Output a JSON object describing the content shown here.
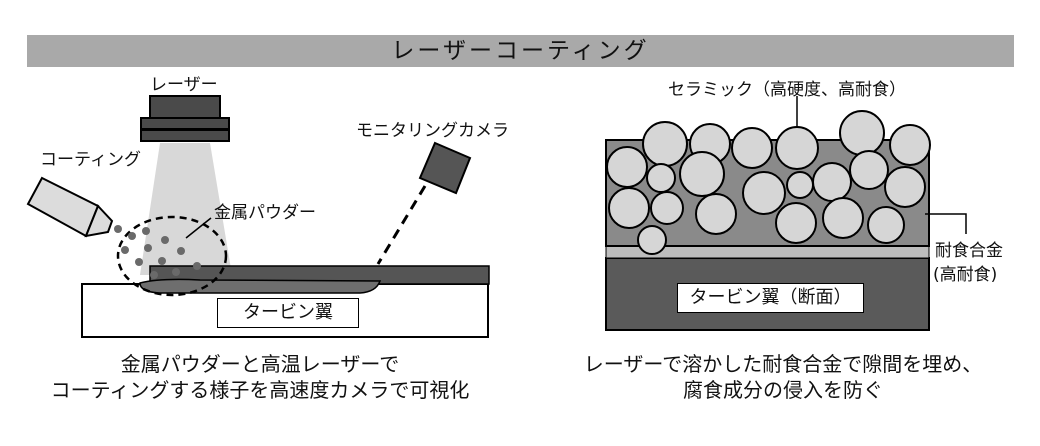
{
  "title": "レーザーコーティング",
  "left": {
    "laser_label": "レーザー",
    "coating_label": "コーティング",
    "camera_label": "モニタリングカメラ",
    "powder_label": "金属パウダー",
    "blade_label": "タービン翼",
    "caption_line1": "金属パウダーと高温レーザーで",
    "caption_line2": "コーティングする様子を高速度カメラで可視化"
  },
  "right": {
    "ceramic_label": "セラミック（高硬度、高耐食）",
    "alloy_label_line1": "耐食合金",
    "alloy_label_line2": "(高耐食)",
    "blade_label": "タービン翼（断面）",
    "caption_line1": "レーザーで溶かした耐食合金で隙間を埋め、",
    "caption_line2": "腐食成分の侵入を防ぐ"
  }
}
